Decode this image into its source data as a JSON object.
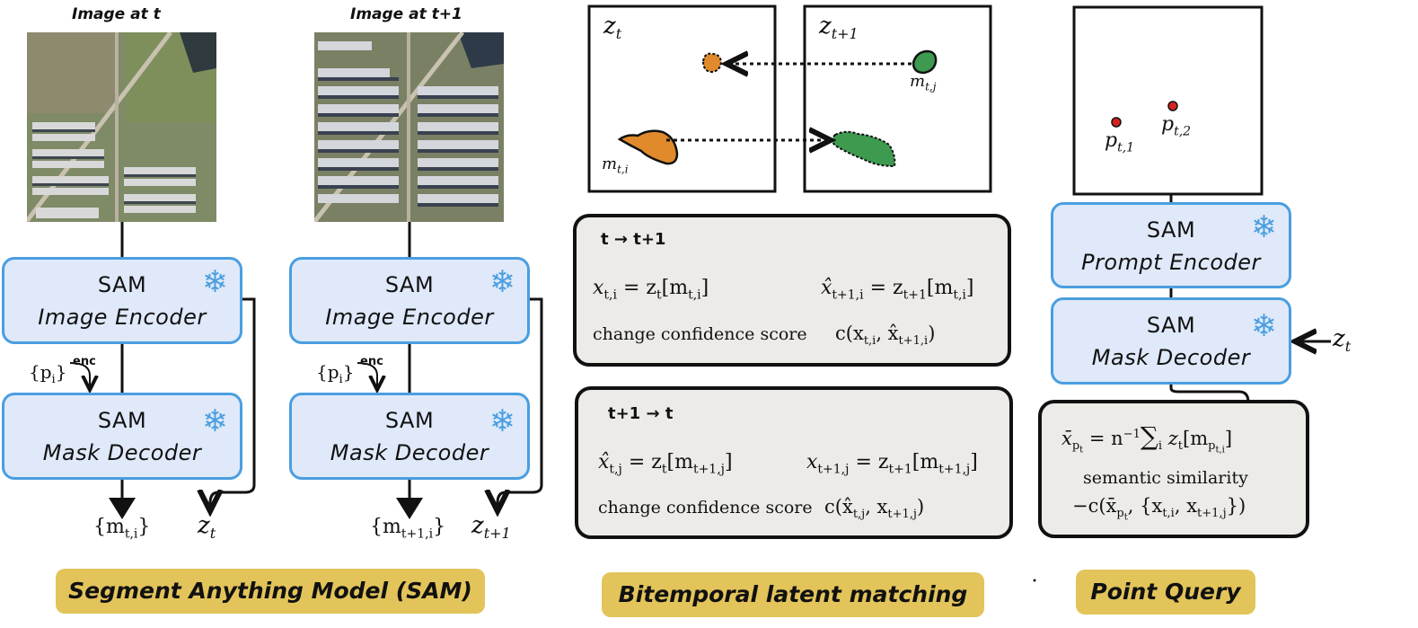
{
  "sam_panel": {
    "img_t_title": "Image at t",
    "img_t1_title": "Image at t+1",
    "encoder_line1": "SAM",
    "encoder_line2": "Image Encoder",
    "decoder_line1": "SAM",
    "decoder_line2": "Mask Decoder",
    "prompt_points": "{p",
    "prompt_points_sub": "i",
    "prompt_points_close": "}",
    "enc_label": "enc",
    "out_masks_t": "{m",
    "out_masks_t_sub": "t,i",
    "out_masks_t_close": "}",
    "out_latent_t": "z",
    "out_latent_t_sub": "t",
    "out_masks_t1": "{m",
    "out_masks_t1_sub": "t+1,i",
    "out_masks_t1_close": "}",
    "out_latent_t1": "z",
    "out_latent_t1_sub": "t+1",
    "badge": "Segment Anything Model (SAM)"
  },
  "matching_panel": {
    "zt": "z",
    "zt_sub": "t",
    "zt1": "z",
    "zt1_sub": "t+1",
    "m_ti": "m",
    "m_ti_sub": "t,i",
    "m_tj": "m",
    "m_tj_sub": "t,j",
    "box1_title": "t → t+1",
    "box1_eq1": "x",
    "box1_eq1_sub": "t,i",
    "box1_eq1_rhs": " = z",
    "box1_eq1_rhs_sub": "t",
    "box1_eq1_br": "[m",
    "box1_eq1_br_sub": "t,i",
    "box1_eq1_end": "]",
    "box1_eq2": "x̂",
    "box1_eq2_sub": "t+1,i",
    "box1_eq2_rhs": " = z",
    "box1_eq2_rhs_sub": "t+1",
    "box1_eq2_br": "[m",
    "box1_eq2_br_sub": "t,i",
    "box1_eq2_end": "]",
    "box1_score_label": "change confidence score",
    "box1_score": "c(x",
    "box1_score_sub1": "t,i",
    "box1_score_mid": ", x̂",
    "box1_score_sub2": "t+1,i",
    "box1_score_end": ")",
    "box2_title": "t+1 → t",
    "box2_eq1": "x̂",
    "box2_eq1_sub": "t,j",
    "box2_eq1_rhs": " = z",
    "box2_eq1_rhs_sub": "t",
    "box2_eq1_br": "[m",
    "box2_eq1_br_sub": "t+1,j",
    "box2_eq1_end": "]",
    "box2_eq2": "x",
    "box2_eq2_sub": "t+1,j",
    "box2_eq2_rhs": " = z",
    "box2_eq2_rhs_sub": "t+1",
    "box2_eq2_br": "[m",
    "box2_eq2_br_sub": "t+1,j",
    "box2_eq2_end": "]",
    "box2_score_label": "change confidence score",
    "box2_score": "c(x̂",
    "box2_score_sub1": "t,j",
    "box2_score_mid": ", x",
    "box2_score_sub2": "t+1,j",
    "box2_score_end": ")",
    "badge": "Bitemporal latent matching"
  },
  "point_panel": {
    "p1": "p",
    "p1_sub": "t,1",
    "p2": "p",
    "p2_sub": "t,2",
    "prompt_line1": "SAM",
    "prompt_line2": "Prompt Encoder",
    "decoder_line1": "SAM",
    "decoder_line2": "Mask Decoder",
    "zt_input": "z",
    "zt_input_sub": "t",
    "eq_lhs": "x̄",
    "eq_lhs_sub": "p",
    "eq_lhs_subsub": "t",
    "eq_rhs": " = n",
    "eq_rhs_sup": "−1",
    "eq_sum": "∑",
    "eq_sum_sub": "i",
    "eq_term": " z",
    "eq_term_sub": "t",
    "eq_term_br": "[m",
    "eq_term_br_sub": "p",
    "eq_term_br_subsub": "t,i",
    "eq_term_end": "]",
    "sim_label": "semantic similarity",
    "sim_eq": "−c(x̄",
    "sim_eq_sub": "p",
    "sim_eq_subsub": "t",
    "sim_eq_mid": ", {x",
    "sim_eq_sub2": "t,i",
    "sim_eq_mid2": ", x",
    "sim_eq_sub3": "t+1,j",
    "sim_eq_end": "})",
    "badge": "Point Query"
  },
  "colors": {
    "sam_fill": "#dfe9f9",
    "sam_border": "#4a9ee0",
    "gray_fill": "#ecebe7",
    "badge_fill": "#e2c45a",
    "orange_mask": "#e08a2c",
    "green_mask": "#3d9a4f",
    "point_red": "#d62020"
  },
  "icons": {
    "freeze": "snowflake-icon"
  }
}
